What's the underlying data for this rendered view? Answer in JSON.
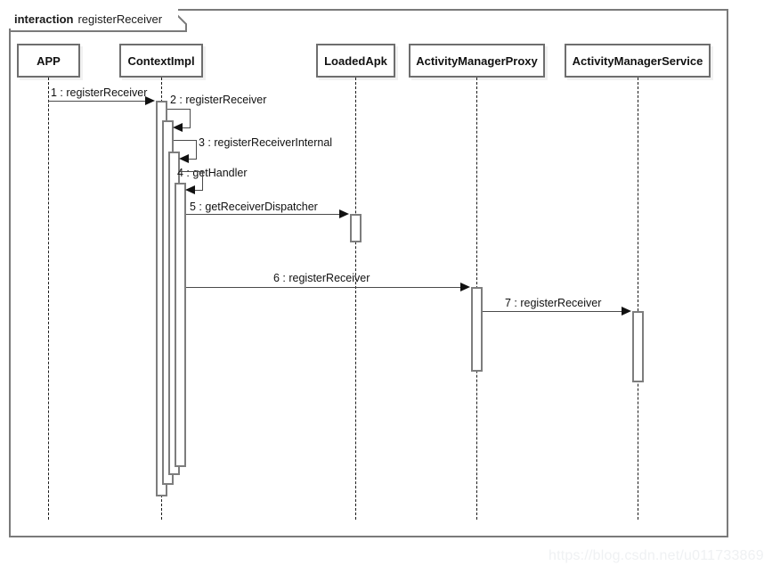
{
  "diagram": {
    "kind": "uml-sequence-diagram",
    "frame": {
      "keyword": "interaction",
      "name": "registerReceiver"
    },
    "lifelines": [
      {
        "id": "app",
        "label": "APP"
      },
      {
        "id": "ctx",
        "label": "ContextImpl"
      },
      {
        "id": "apk",
        "label": "LoadedApk"
      },
      {
        "id": "amp",
        "label": "ActivityManagerProxy"
      },
      {
        "id": "ams",
        "label": "ActivityManagerService"
      }
    ],
    "messages": [
      {
        "seq": "1",
        "label": "1 : registerReceiver",
        "from": "app",
        "to": "ctx",
        "kind": "call"
      },
      {
        "seq": "2",
        "label": "2 : registerReceiver",
        "from": "ctx",
        "to": "ctx",
        "kind": "self-call"
      },
      {
        "seq": "3",
        "label": "3 : registerReceiverInternal",
        "from": "ctx",
        "to": "ctx",
        "kind": "self-call"
      },
      {
        "seq": "4",
        "label": "4 : getHandler",
        "from": "ctx",
        "to": "ctx",
        "kind": "self-call"
      },
      {
        "seq": "5",
        "label": "5 : getReceiverDispatcher",
        "from": "ctx",
        "to": "apk",
        "kind": "call"
      },
      {
        "seq": "6",
        "label": "6 : registerReceiver",
        "from": "ctx",
        "to": "amp",
        "kind": "call"
      },
      {
        "seq": "7",
        "label": "7 : registerReceiver",
        "from": "amp",
        "to": "ams",
        "kind": "call"
      }
    ],
    "watermark": "https://blog.csdn.net/u011733869",
    "colors": {
      "frame_border": "#7a7a7a",
      "head_border": "#6e6e6e",
      "activation_border": "#7d7d7d",
      "message_line": "#4a4a4a",
      "lifeline": "#1b1b1b",
      "text": "#111111",
      "background": "#ffffff",
      "watermark": "#eff1f3"
    }
  }
}
